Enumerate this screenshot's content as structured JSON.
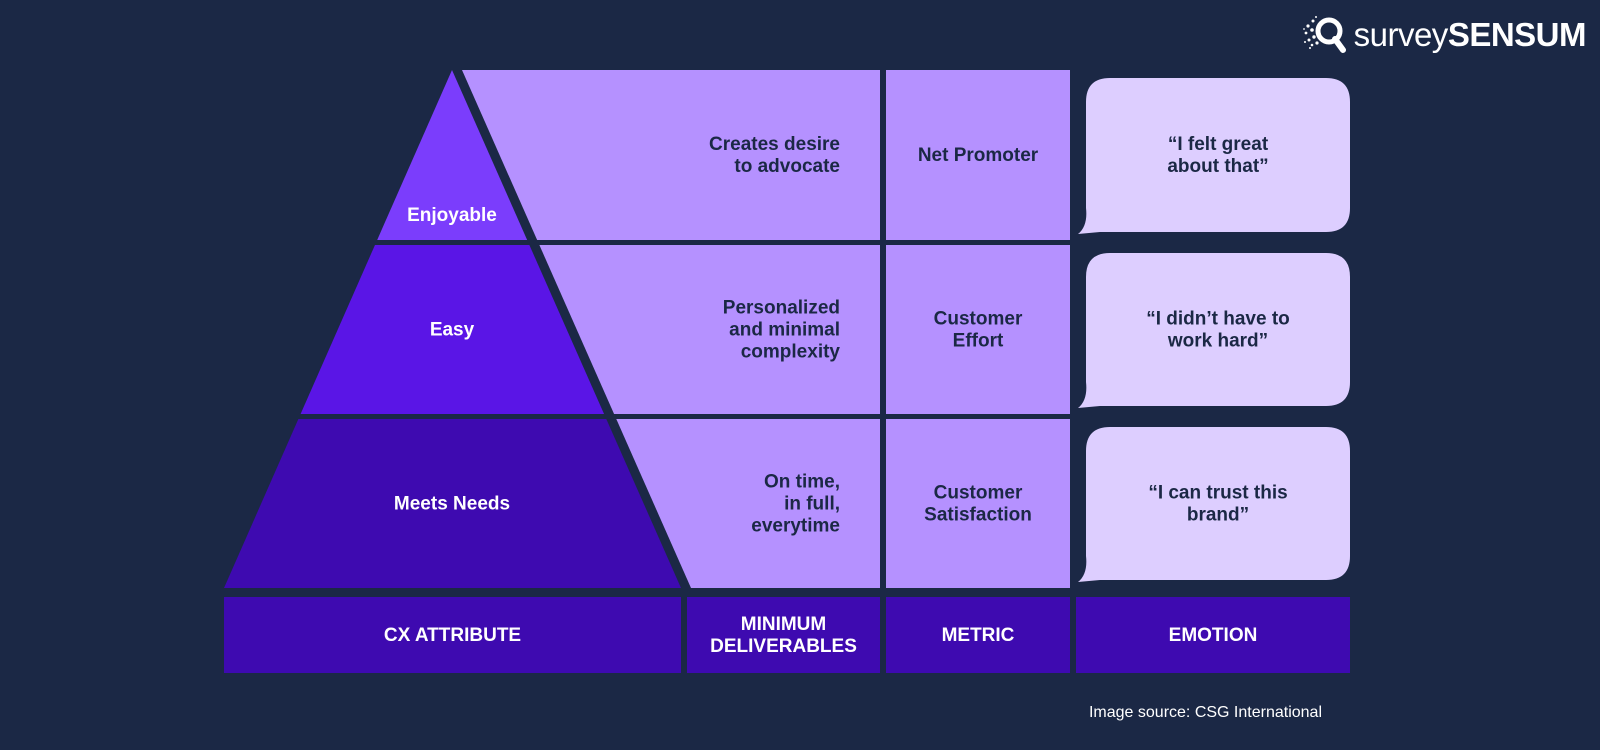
{
  "brand": {
    "logo_prefix": "survey",
    "logo_suffix": "SENSUM",
    "icon": "magnifier-dots-icon"
  },
  "colors": {
    "background": "#1b2845",
    "tier_top": "#7b3dfc",
    "tier_middle": "#5a15e6",
    "tier_bottom": "#3e0ab0",
    "deliverable_cell": "#b591ff",
    "emotion_bubble": "#ddceff",
    "header_bar": "#3e0ab0",
    "text_dark": "#1b2845",
    "text_light": "#ffffff"
  },
  "tiers": [
    {
      "attribute": "Enjoyable",
      "deliverable": [
        "Creates desire",
        "to advocate"
      ],
      "metric": [
        "Net Promoter"
      ],
      "emotion": [
        "“I felt great",
        "about that”"
      ]
    },
    {
      "attribute": "Easy",
      "deliverable": [
        "Personalized",
        "and minimal",
        "complexity"
      ],
      "metric": [
        "Customer",
        "Effort"
      ],
      "emotion": [
        "“I didn’t have to",
        "work hard”"
      ]
    },
    {
      "attribute": "Meets Needs",
      "deliverable": [
        "On time,",
        "in full,",
        "everytime"
      ],
      "metric": [
        "Customer",
        "Satisfaction"
      ],
      "emotion": [
        "“I can trust this",
        "brand”"
      ]
    }
  ],
  "headers": [
    [
      "CX ATTRIBUTE"
    ],
    [
      "MINIMUM",
      "DELIVERABLES"
    ],
    [
      "METRIC"
    ],
    [
      "EMOTION"
    ]
  ],
  "source_note": "Image source: CSG International"
}
